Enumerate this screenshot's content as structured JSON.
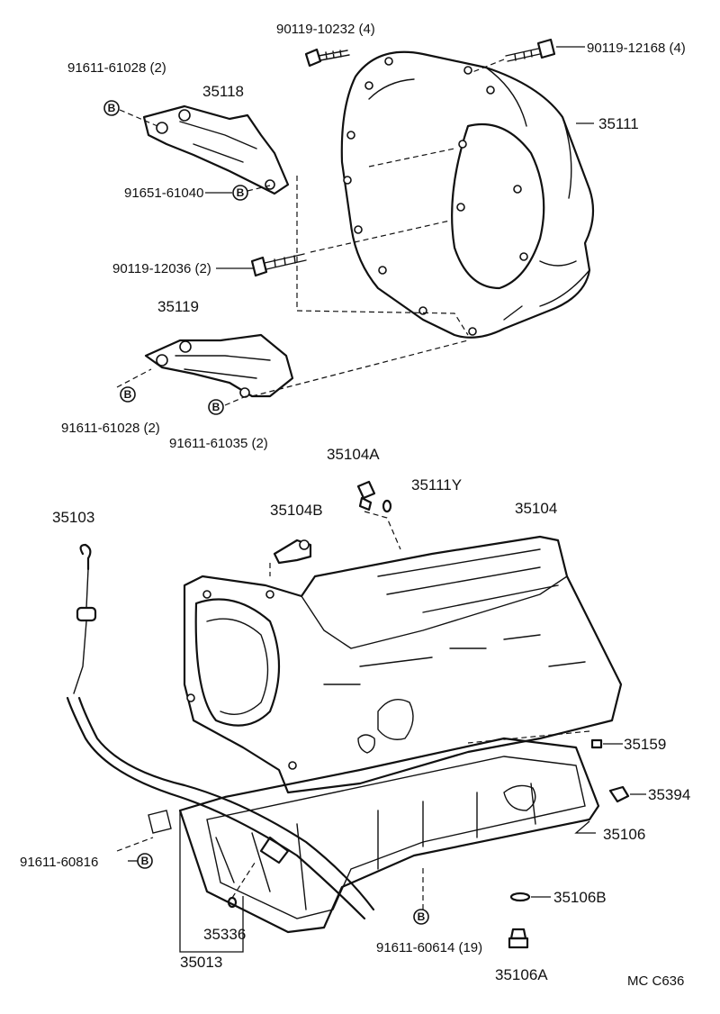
{
  "callouts": {
    "bolt_top_left": "90119-10232 (4)",
    "bolt_top_right": "90119-12168 (4)",
    "bolt_bracket_upper": "91611-61028 (2)",
    "bracket_upper": "35118",
    "housing": "35111",
    "bolt_bracket_side": "91651-61040",
    "bolt_long": "90119-12036 (2)",
    "bracket_lower": "35119",
    "bolt_lower_a": "91611-61028 (2)",
    "bolt_lower_b": "91611-61035 (2)",
    "plug_a": "35104A",
    "oring": "35111Y",
    "dipstick": "35103",
    "fitting": "35104B",
    "case": "35104",
    "magnet": "35159",
    "strainer_clip": "35394",
    "oil_pan": "35106",
    "bolt_tube": "91611-60816",
    "gasket_drain": "35106B",
    "oring_small": "35336",
    "bolt_pan": "91611-60614 (19)",
    "tube_assy": "35013",
    "drain_plug": "35106A"
  },
  "marker_letter": "B",
  "code": "MC  C636"
}
